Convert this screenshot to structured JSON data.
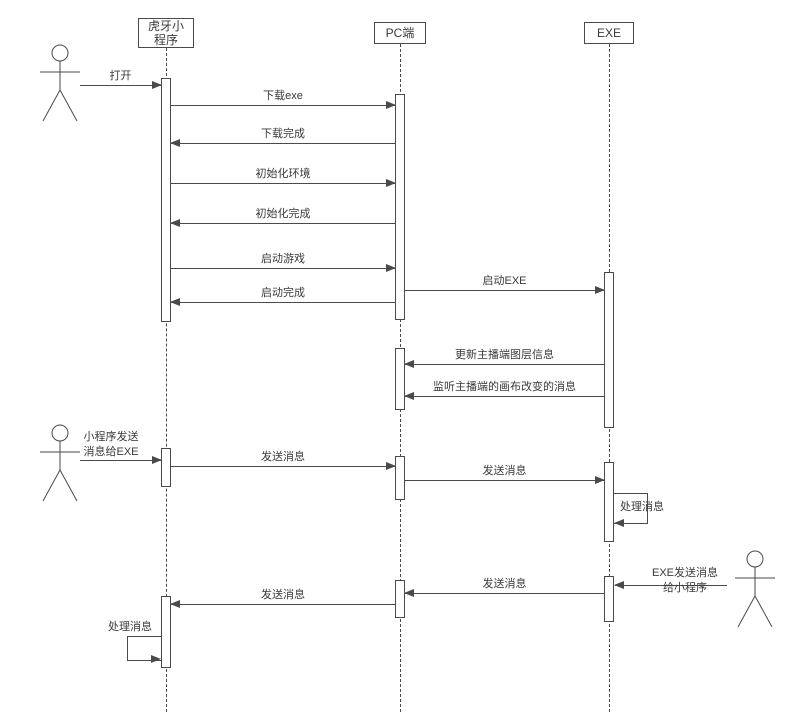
{
  "diagram": {
    "participants": {
      "huya": "虎牙小程序",
      "pc": "PC端",
      "exe": "EXE"
    },
    "actor_messages": {
      "open": "打开",
      "mini_to_exe": "小程序发送消息给EXE",
      "exe_to_mini": "EXE发送消息给小程序"
    },
    "messages": {
      "download_exe": "下载exe",
      "download_done": "下载完成",
      "init_env": "初始化环境",
      "init_done": "初始化完成",
      "start_game": "启动游戏",
      "start_exe": "启动EXE",
      "start_done": "启动完成",
      "update_layer": "更新主播端图层信息",
      "listen_canvas": "监听主播端的画布改变的消息",
      "send_msg_1": "发送消息",
      "send_msg_2": "发送消息",
      "handle_msg_exe": "处理消息",
      "send_msg_3": "发送消息",
      "send_msg_4": "发送消息",
      "handle_msg_mini": "处理消息"
    }
  }
}
